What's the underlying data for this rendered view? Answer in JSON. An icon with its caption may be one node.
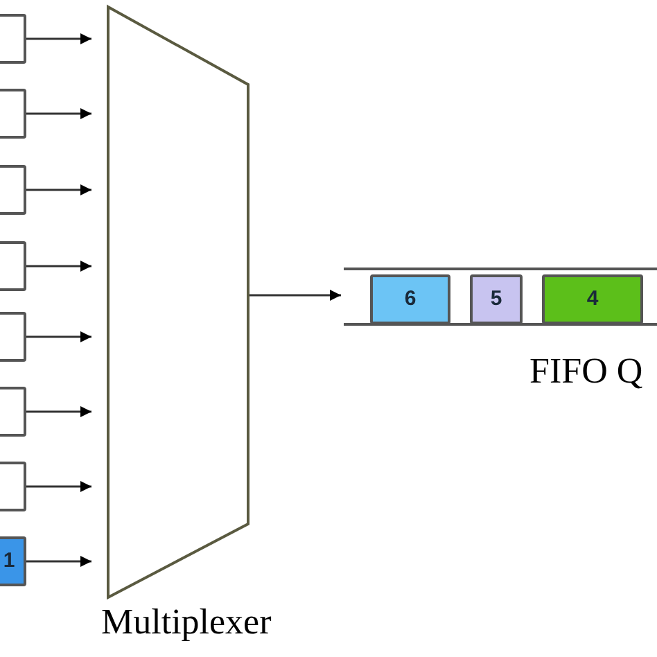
{
  "diagram": {
    "nodes": [
      {
        "text": [],
        "shape": "box"
      },
      {
        "text": [],
        "shape": "box"
      },
      {
        "text": [],
        "shape": "box"
      },
      {
        "text": [],
        "shape": "box"
      },
      {
        "text": [],
        "shape": "box"
      },
      {
        "text": [],
        "shape": "box"
      },
      {
        "text": [],
        "shape": "box"
      },
      {
        "text": [
          "1"
        ]
      },
      {
        "text": [
          "Multiplexer"
        ]
      },
      {
        "text": [
          "FIFO Q"
        ]
      },
      {
        "text": [
          "6"
        ],
        "in": 9
      },
      {
        "text": [
          "5"
        ],
        "in": 9
      },
      {
        "text": [
          "4"
        ],
        "in": 9
      }
    ],
    "edges": [
      {
        "from": 0,
        "to": 8,
        "arrow": "to"
      },
      {
        "from": 1,
        "to": 8,
        "arrow": "to"
      },
      {
        "from": 2,
        "to": 8,
        "arrow": "to"
      },
      {
        "from": 3,
        "to": 8,
        "arrow": "to"
      },
      {
        "from": 4,
        "to": 8,
        "arrow": "to"
      },
      {
        "from": 5,
        "to": 8,
        "arrow": "to"
      },
      {
        "from": 6,
        "to": 8,
        "arrow": "to"
      },
      {
        "from": 7,
        "to": 8,
        "arrow": "to"
      },
      {
        "from": 8,
        "to": 9,
        "arrow": "to"
      }
    ]
  }
}
